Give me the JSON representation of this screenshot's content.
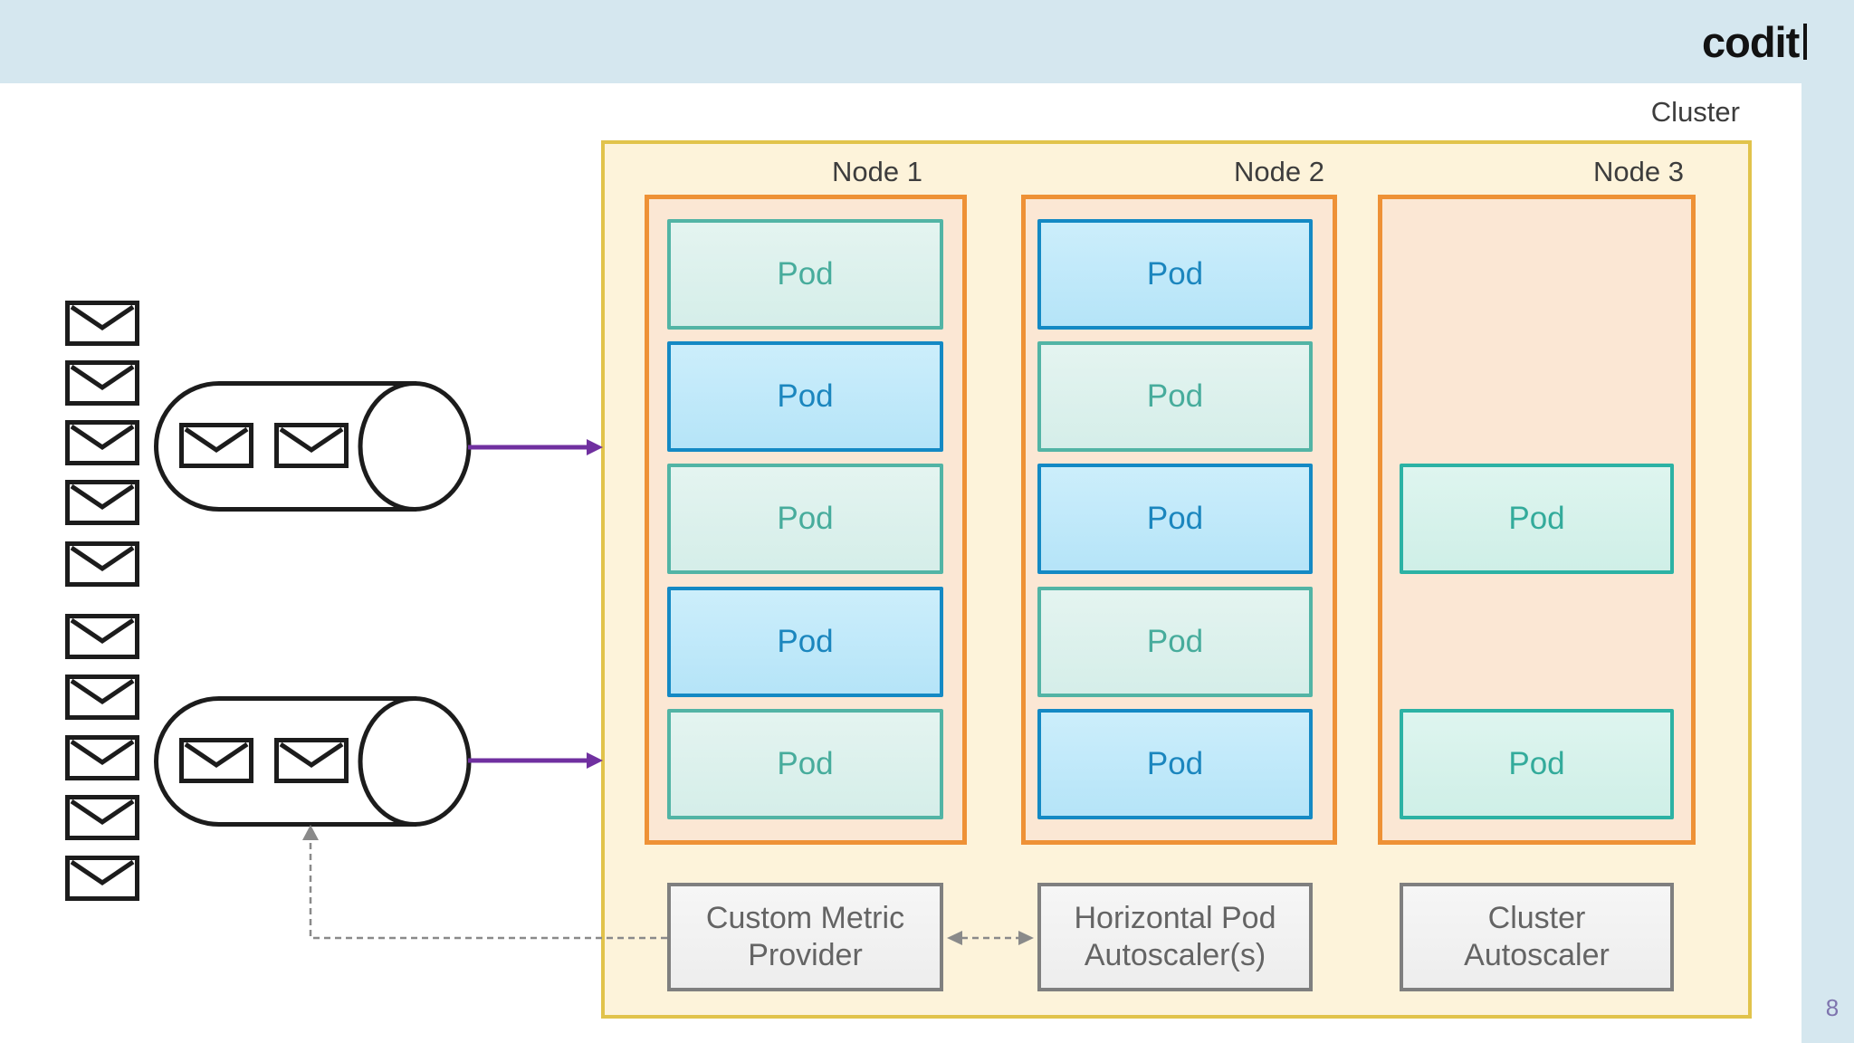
{
  "page": {
    "logo_text": "codit",
    "logo_cursor": "|",
    "page_number": "8",
    "background": "#ffffff",
    "banner_color": "#d5e7ef"
  },
  "cluster": {
    "label": "Cluster",
    "fill": "#fdf3da",
    "border": "#e1c34b",
    "node_fill": "#fbe7d4",
    "node_border": "#ee9136",
    "nodes": [
      {
        "label": "Node 1",
        "pods": [
          {
            "label": "Pod",
            "style": "teal"
          },
          {
            "label": "Pod",
            "style": "blue"
          },
          {
            "label": "Pod",
            "style": "teal"
          },
          {
            "label": "Pod",
            "style": "blue"
          },
          {
            "label": "Pod",
            "style": "teal"
          }
        ]
      },
      {
        "label": "Node 2",
        "pods": [
          {
            "label": "Pod",
            "style": "blue"
          },
          {
            "label": "Pod",
            "style": "teal"
          },
          {
            "label": "Pod",
            "style": "blue"
          },
          {
            "label": "Pod",
            "style": "teal"
          },
          {
            "label": "Pod",
            "style": "blue"
          }
        ]
      },
      {
        "label": "Node 3",
        "pods": [
          {
            "label": "Pod",
            "style": "teal-strong",
            "slot": 3
          },
          {
            "label": "Pod",
            "style": "teal-strong",
            "slot": 5
          }
        ]
      }
    ],
    "scalers": [
      {
        "lines": [
          "Custom Metric",
          "Provider"
        ]
      },
      {
        "lines": [
          "Horizontal Pod",
          "Autoscaler(s)"
        ]
      },
      {
        "lines": [
          "Cluster",
          "Autoscaler"
        ]
      }
    ]
  },
  "left_panel": {
    "envelope_stack_top_count": 5,
    "envelope_stack_bottom_count": 5,
    "queues": [
      {
        "name": "message-queue-1",
        "envelope_count": 2
      },
      {
        "name": "message-queue-2",
        "envelope_count": 2
      }
    ]
  },
  "connectors": {
    "queue_to_cluster_arrows": 2,
    "arrow_color": "#7030a0",
    "dashed_color": "#8a8a8a",
    "metric_feedback": "Custom Metric Provider to queue 2 (dashed, arrow up)",
    "scaler_link": "Custom Metric Provider to Horizontal Pod Autoscaler(s) (dashed, double arrow)"
  },
  "colors": {
    "pod_blue_fill": "#bfe8f9",
    "pod_blue_border": "#1489c4",
    "pod_blue_text": "#1b86be",
    "pod_teal_fill": "#daf0ec",
    "pod_teal_border": "#52b4a5",
    "pod_teal_text": "#47ac9c",
    "pod_teal_strong_fill": "#d6f1ea",
    "pod_teal_strong_border": "#2cb2a4",
    "scaler_fill": "#f2f2f2",
    "scaler_border": "#7f7f7f",
    "scaler_text": "#646464",
    "label_text": "#3d3d3d",
    "ink": "#1c1c1c",
    "page_number_text": "#7e74ae"
  }
}
